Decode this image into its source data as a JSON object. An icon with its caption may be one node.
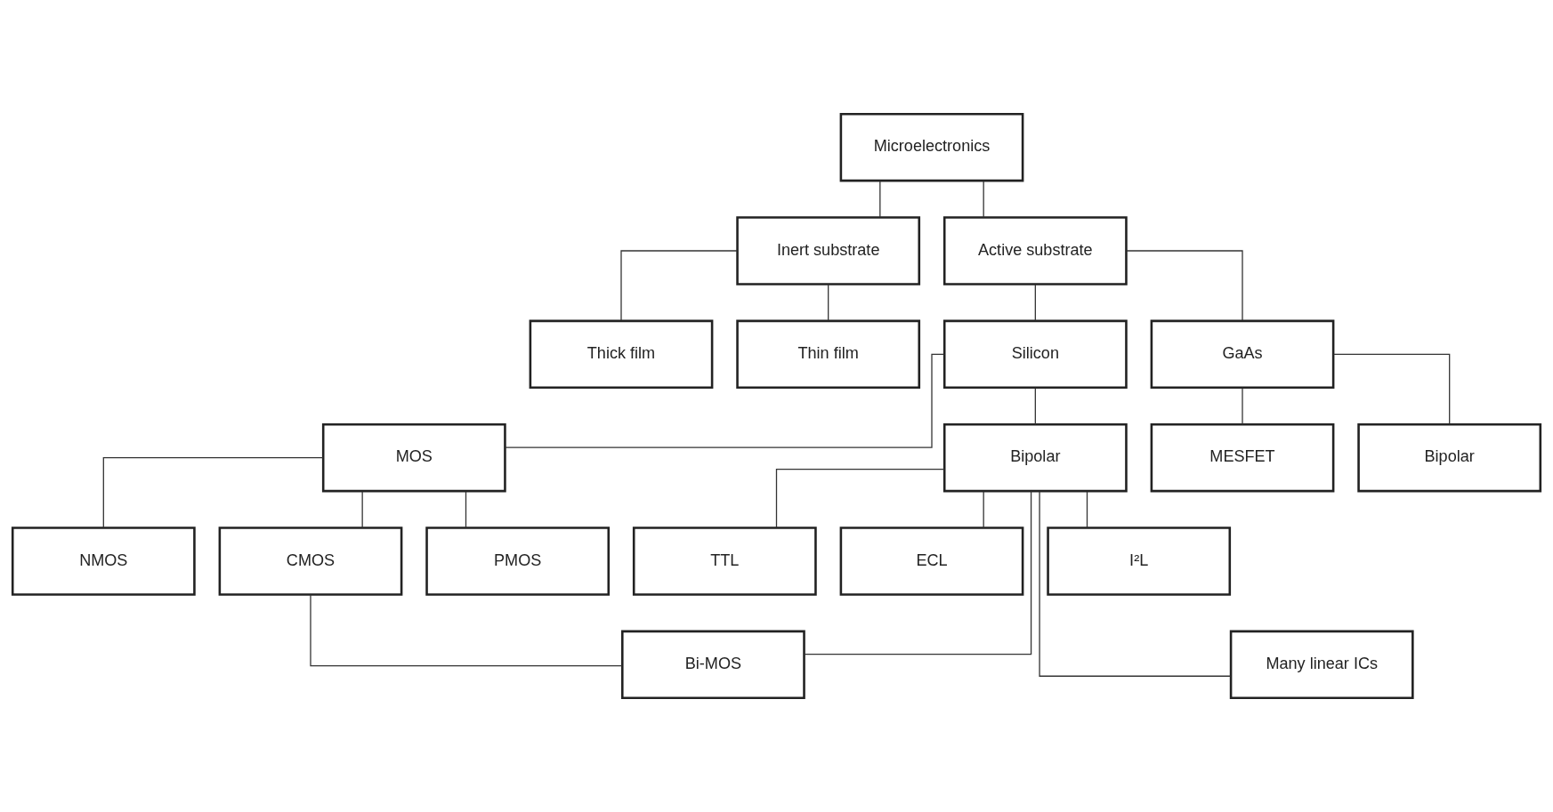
{
  "diagram": {
    "nodes": [
      {
        "text": [
          "Microelectronics"
        ]
      },
      {
        "text": [
          "Inert substrate"
        ]
      },
      {
        "text": [
          "Active substrate"
        ]
      },
      {
        "text": [
          "Thick film"
        ]
      },
      {
        "text": [
          "Thin film"
        ]
      },
      {
        "text": [
          "Silicon"
        ]
      },
      {
        "text": [
          "GaAs"
        ]
      },
      {
        "text": [
          "MOS"
        ]
      },
      {
        "text": [
          "Bipolar"
        ]
      },
      {
        "text": [
          "MESFET"
        ]
      },
      {
        "text": [
          "Bipolar"
        ]
      },
      {
        "text": [
          "NMOS"
        ]
      },
      {
        "text": [
          "CMOS"
        ]
      },
      {
        "text": [
          "PMOS"
        ]
      },
      {
        "text": [
          "TTL"
        ]
      },
      {
        "text": [
          "ECL"
        ]
      },
      {
        "text": [
          "I²L"
        ]
      },
      {
        "text": [
          "Bi-MOS"
        ]
      },
      {
        "text": [
          "Many linear ICs"
        ]
      }
    ],
    "edges": [
      {
        "from": 0,
        "to": 1,
        "arrow": "none"
      },
      {
        "from": 0,
        "to": 2,
        "arrow": "none"
      },
      {
        "from": 1,
        "to": 3,
        "arrow": "none"
      },
      {
        "from": 1,
        "to": 4,
        "arrow": "none"
      },
      {
        "from": 2,
        "to": 5,
        "arrow": "none"
      },
      {
        "from": 2,
        "to": 6,
        "arrow": "none"
      },
      {
        "from": 5,
        "to": 7,
        "arrow": "none"
      },
      {
        "from": 5,
        "to": 8,
        "arrow": "none"
      },
      {
        "from": 6,
        "to": 9,
        "arrow": "none"
      },
      {
        "from": 6,
        "to": 10,
        "arrow": "none"
      },
      {
        "from": 7,
        "to": 11,
        "arrow": "none"
      },
      {
        "from": 7,
        "to": 12,
        "arrow": "none"
      },
      {
        "from": 7,
        "to": 13,
        "arrow": "none"
      },
      {
        "from": 8,
        "to": 14,
        "arrow": "none"
      },
      {
        "from": 8,
        "to": 15,
        "arrow": "none"
      },
      {
        "from": 8,
        "to": 16,
        "arrow": "none"
      },
      {
        "from": 8,
        "to": 18,
        "arrow": "none"
      },
      {
        "from": 12,
        "to": 17,
        "arrow": "none"
      },
      {
        "from": 8,
        "to": 17,
        "arrow": "none"
      }
    ]
  }
}
